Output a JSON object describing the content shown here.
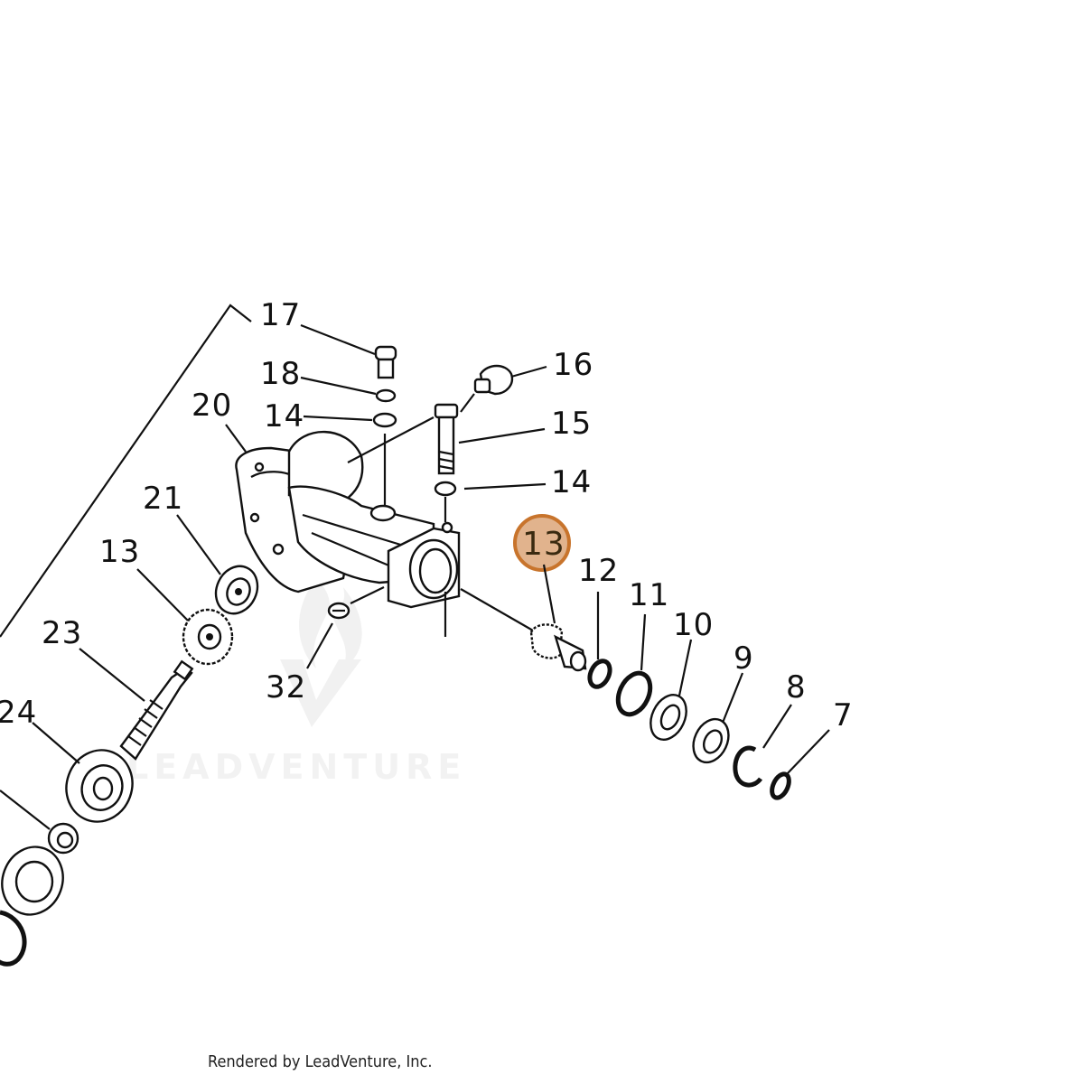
{
  "diagram": {
    "labels": {
      "p17": "17",
      "p18": "18",
      "p14a": "14",
      "p16": "16",
      "p15": "15",
      "p14b": "14",
      "p20": "20",
      "p21": "21",
      "p13a": "13",
      "p23": "23",
      "p24": "24",
      "p32": "32",
      "p13hl": "13",
      "p12": "12",
      "p11": "11",
      "p10": "10",
      "p9": "9",
      "p8": "8",
      "p7": "7"
    },
    "highlight_color": "#d9a070",
    "highlight_border": "#c8742c",
    "watermark": "LEADVENTURE"
  },
  "footer": {
    "text": "Rendered by LeadVenture, Inc."
  }
}
